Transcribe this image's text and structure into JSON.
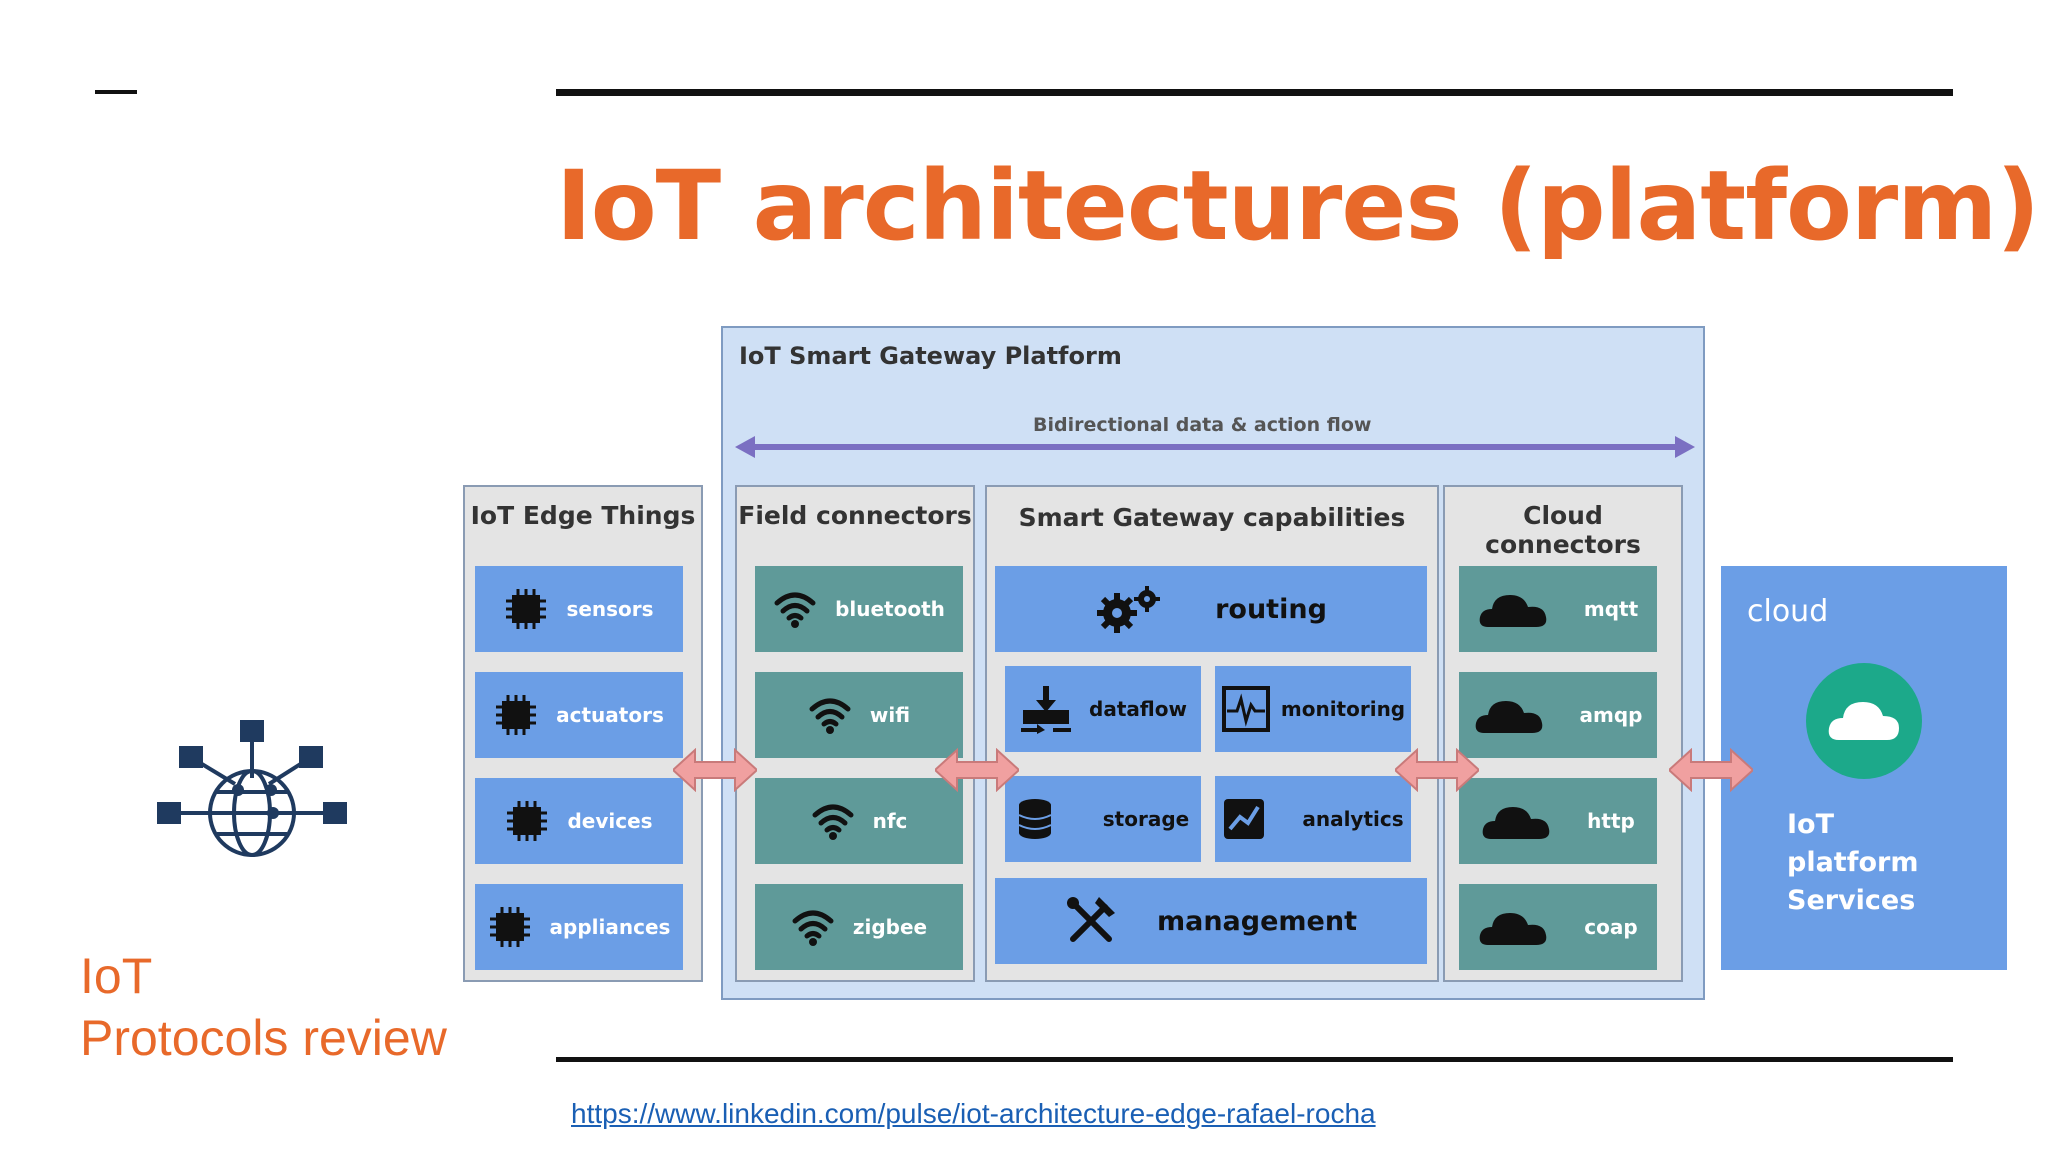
{
  "slide": {
    "title": "IoT architectures (platform)",
    "side_title_line1": "IoT",
    "side_title_line2": "Protocols review",
    "link": "https://www.linkedin.com/pulse/iot-architecture-edge-rafael-rocha"
  },
  "diagram": {
    "gateway_title": "IoT Smart Gateway Platform",
    "flow_label": "Bidirectional data & action flow",
    "edge_things": {
      "title": "IoT Edge Things",
      "items": [
        "sensors",
        "actuators",
        "devices",
        "appliances"
      ],
      "icon": "chip-icon"
    },
    "field_connectors": {
      "title": "Field connectors",
      "items": [
        "bluetooth",
        "wifi",
        "nfc",
        "zigbee"
      ],
      "icon": "wifi-icon"
    },
    "capabilities": {
      "title": "Smart Gateway capabilities",
      "routing": "routing",
      "dataflow": "dataflow",
      "monitoring": "monitoring",
      "storage": "storage",
      "analytics": "analytics",
      "management": "management"
    },
    "cloud_connectors": {
      "title": "Cloud connectors",
      "items": [
        "mqtt",
        "amqp",
        "http",
        "coap"
      ],
      "icon": "cloud-icon"
    },
    "cloud": {
      "label": "cloud",
      "line1": "IoT",
      "line2": "platform",
      "line3": "Services"
    },
    "colors": {
      "tile_blue": "#6b9ee6",
      "tile_teal": "#5f9a99",
      "gateway_bg": "#cfe0f5",
      "arrow": "#7b6fc2",
      "connector_arrow": "#f0a0a0",
      "accent_orange": "#e8692a"
    }
  }
}
